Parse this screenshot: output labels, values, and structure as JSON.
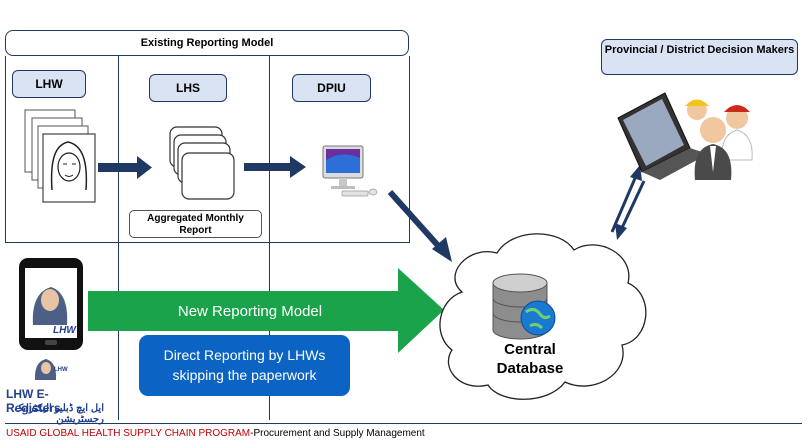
{
  "existing_model": {
    "title": "Existing Reporting Model",
    "columns": [
      {
        "label": "LHW"
      },
      {
        "label": "LHS"
      },
      {
        "label": "DPIU"
      }
    ],
    "aggregated_report_label": "Aggregated Monthly Report"
  },
  "decision_makers": {
    "label": "Provincial / District Decision Makers"
  },
  "new_model": {
    "arrow_label": "New Reporting Model",
    "direct_reporting": "Direct Reporting by LHWs skipping the paperwork"
  },
  "central_database": {
    "label": "Central Database"
  },
  "lhw_app": {
    "screen_badge": "LHW",
    "logo_badge": "LHW",
    "name": "LHW E-Registers",
    "urdu_name": "ایل ایچ ڈبلیو الیکٹرانک رجسٹریشن"
  },
  "footer": {
    "program": "USAID GLOBAL HEALTH SUPPLY CHAIN PROGRAM",
    "subtitle": "-Procurement and Supply Management"
  },
  "colors": {
    "navy": "#1f3864",
    "pill_fill": "#dae3f3",
    "green_arrow": "#1aa34a",
    "blue_box": "#0b63c4",
    "footer_red": "#c00000"
  }
}
